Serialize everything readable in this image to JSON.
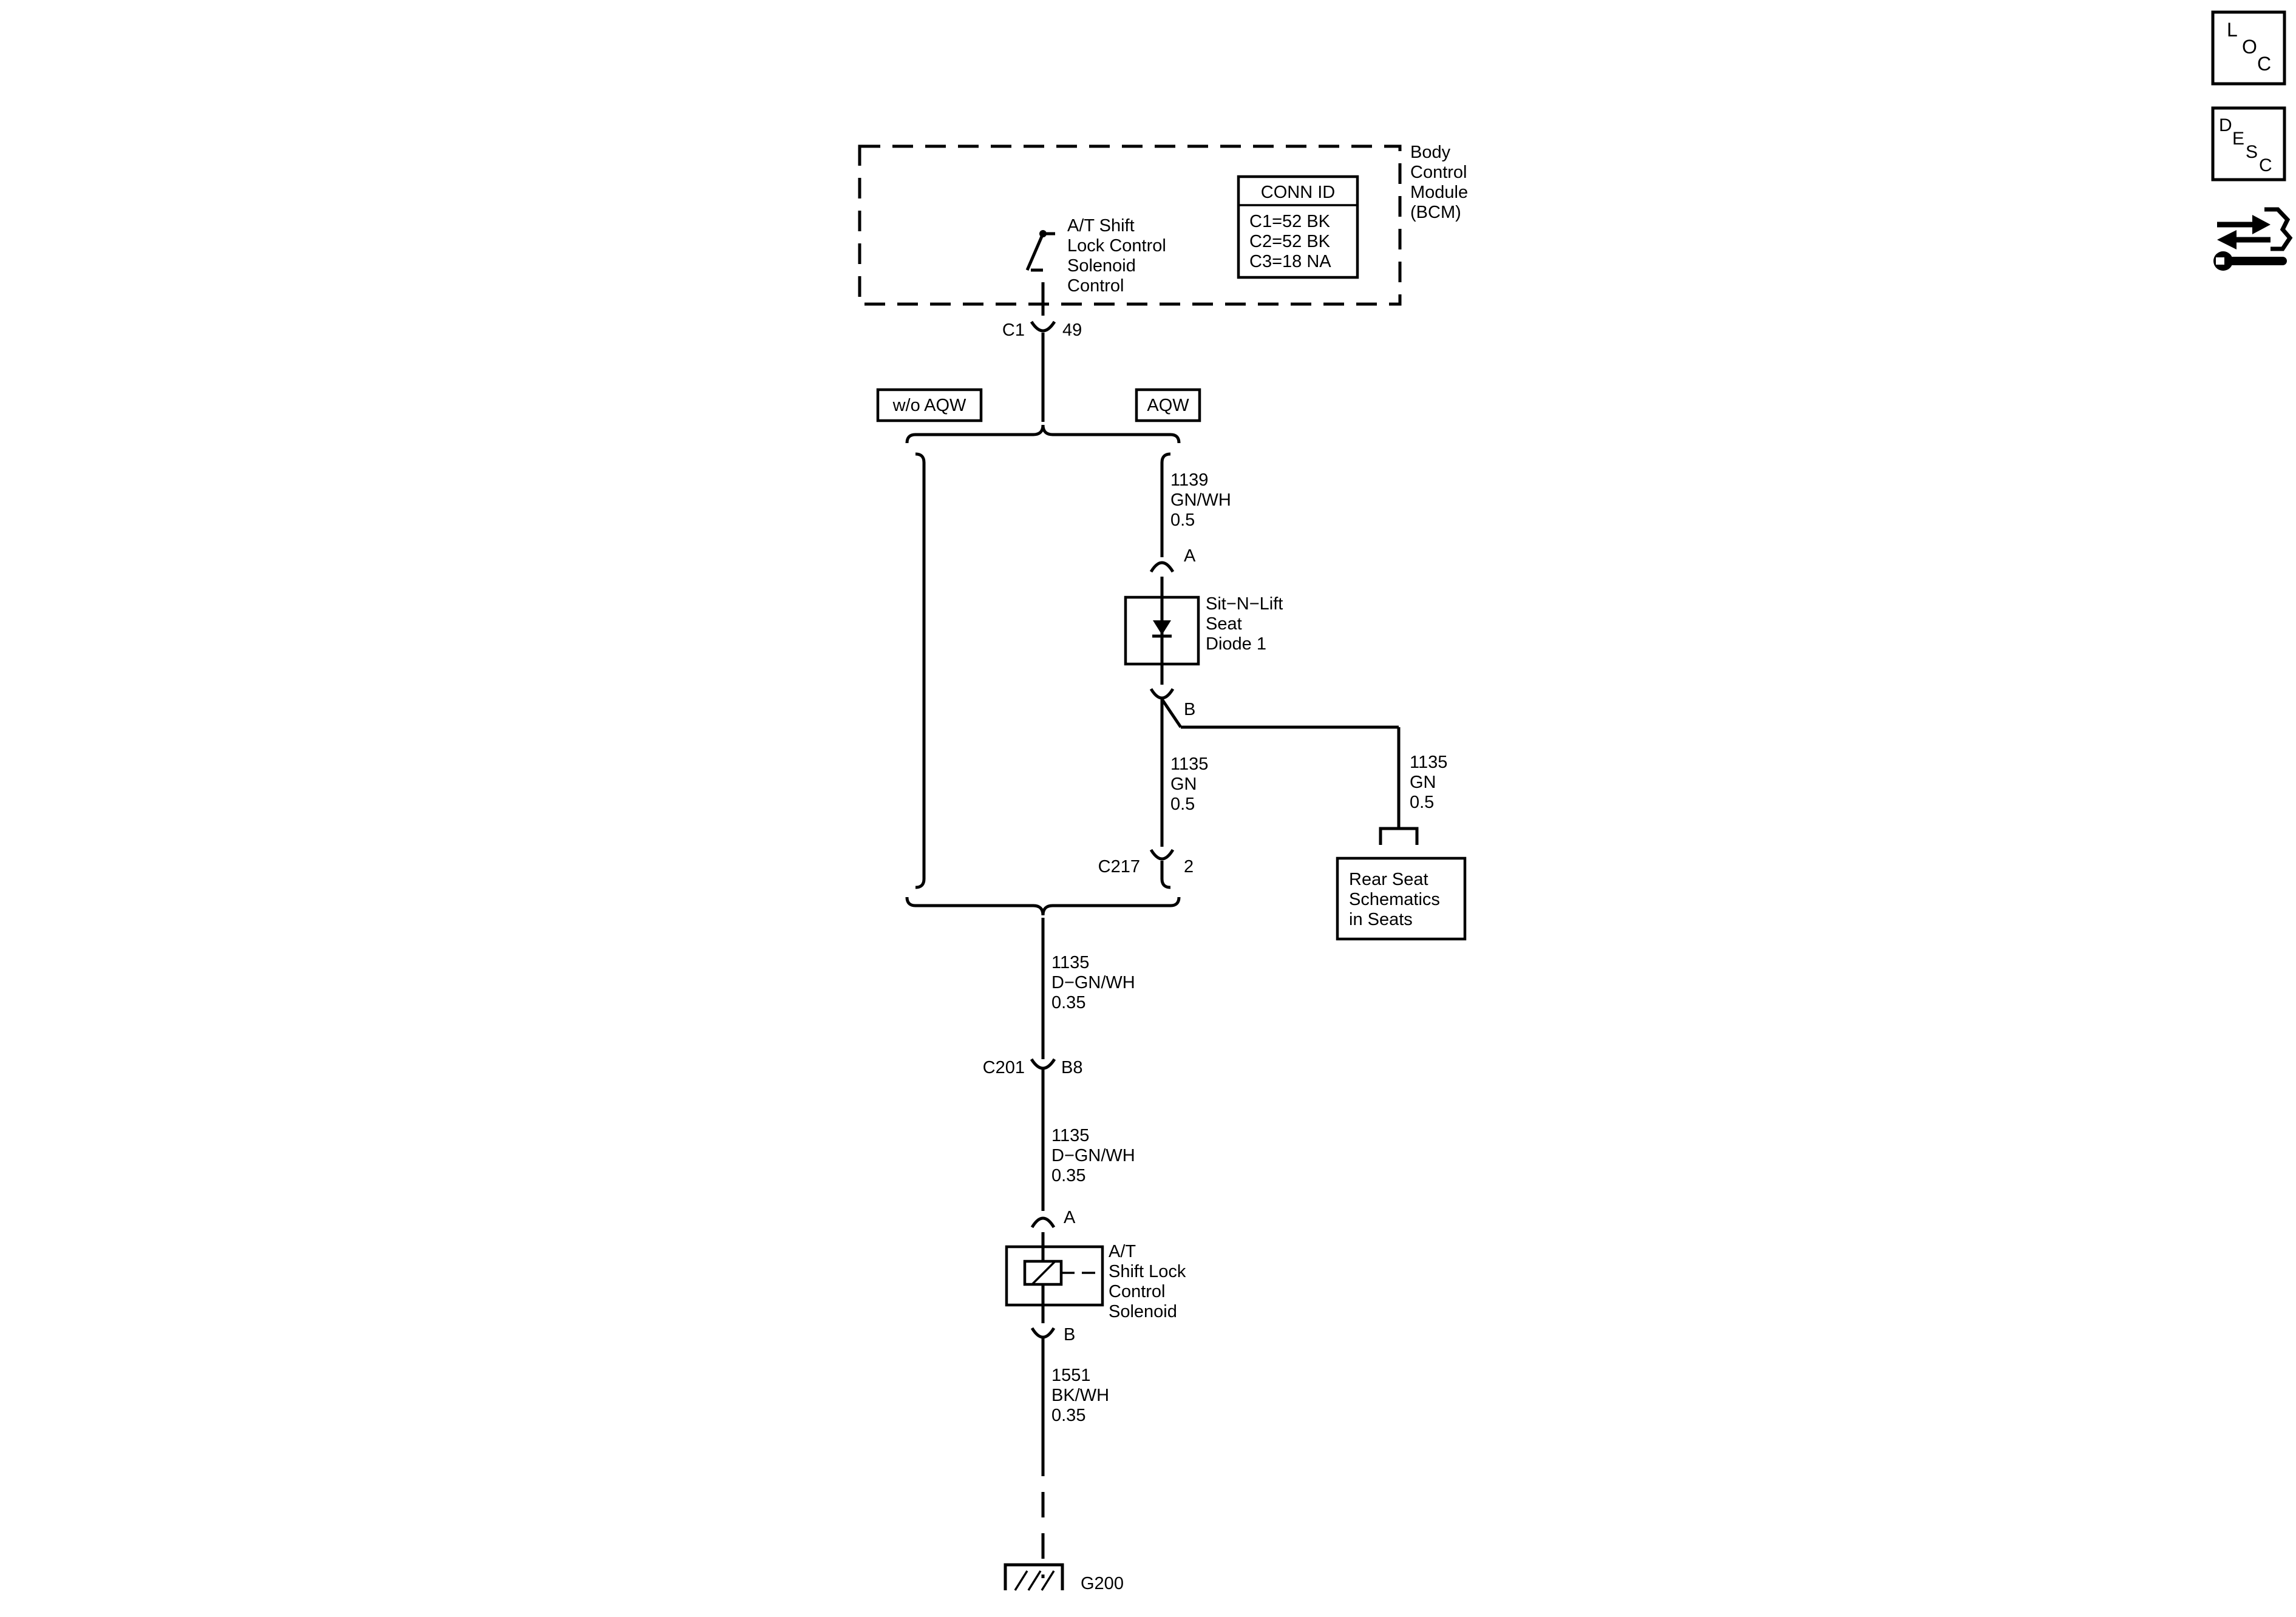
{
  "bcm": {
    "name": [
      "Body",
      "Control",
      "Module",
      "(BCM)"
    ],
    "switch_label": [
      "A/T Shift",
      "Lock Control",
      "Solenoid",
      "Control"
    ],
    "conn_id": {
      "title": "CONN ID",
      "rows": [
        "C1=52 BK",
        "C2=52 BK",
        "C3=18 NA"
      ]
    },
    "pin_connector": "C1",
    "pin_number": "49"
  },
  "options": {
    "left": "w/o AQW",
    "right": "AQW"
  },
  "wires": {
    "w1139": [
      "1139",
      "GN/WH",
      "0.5"
    ],
    "w1135_a": [
      "1135",
      "GN",
      "0.5"
    ],
    "w1135_b": [
      "1135",
      "GN",
      "0.5"
    ],
    "w1135_c": [
      "1135",
      "D−GN/WH",
      "0.35"
    ],
    "w1135_d": [
      "1135",
      "D−GN/WH",
      "0.35"
    ],
    "w1551": [
      "1551",
      "BK/WH",
      "0.35"
    ]
  },
  "diode": {
    "pin_a": "A",
    "pin_b": "B",
    "label": [
      "Sit−N−Lift",
      "Seat",
      "Diode 1"
    ]
  },
  "rear_seat": {
    "label": [
      "Rear Seat",
      "Schematics",
      "in Seats"
    ]
  },
  "c217": {
    "connector": "C217",
    "pin": "2"
  },
  "c201": {
    "connector": "C201",
    "pin": "B8"
  },
  "solenoid": {
    "pin_a": "A",
    "pin_b": "B",
    "label": [
      "A/T",
      "Shift Lock",
      "Control",
      "Solenoid"
    ]
  },
  "ground": {
    "label": "G200"
  },
  "side_buttons": {
    "loc": [
      "L",
      "O",
      "C"
    ],
    "desc": [
      "D",
      "E",
      "S",
      "C"
    ]
  },
  "icons": {
    "loc": "location-icon",
    "desc": "description-icon",
    "diag": "diagnostic-tool-icon"
  }
}
